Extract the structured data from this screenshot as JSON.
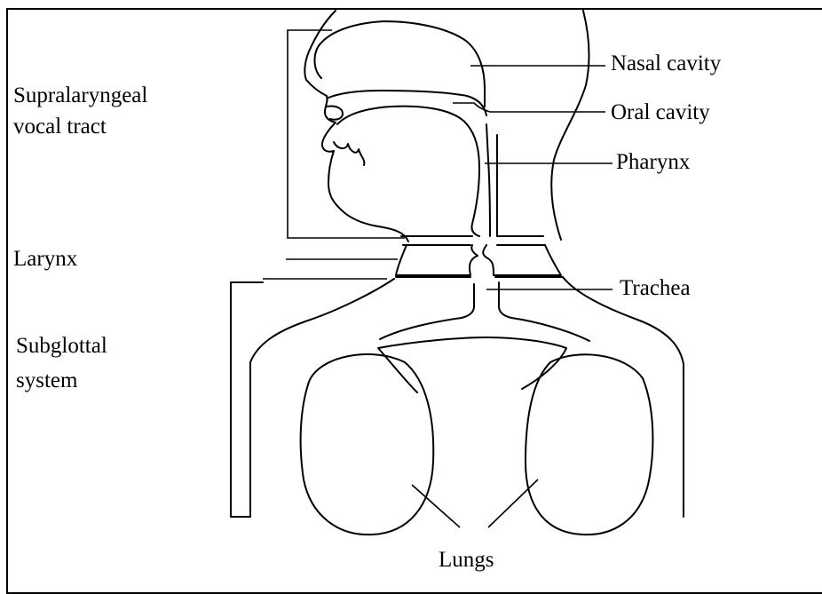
{
  "labels": {
    "nasal_cavity": "Nasal cavity",
    "oral_cavity": "Oral cavity",
    "pharynx": "Pharynx",
    "trachea": "Trachea",
    "larynx": "Larynx",
    "supralaryngeal_line1": "Supralaryngeal",
    "supralaryngeal_line2": "vocal tract",
    "subglottal_line1": "Subglottal",
    "subglottal_line2": "system",
    "lungs": "Lungs"
  },
  "colors": {
    "stroke": "#000000",
    "background": "#ffffff"
  }
}
